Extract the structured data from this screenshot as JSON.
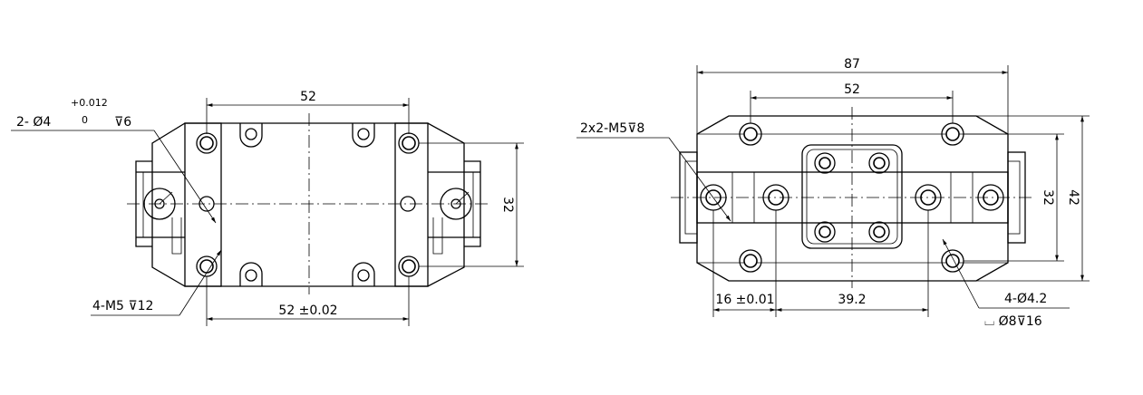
{
  "left_view": {
    "dim_top": "52",
    "dim_bottom": "52 ±0.02",
    "dim_right": "32",
    "callout_pin": "2- Ø4",
    "callout_pin_tol_upper": "+0.012",
    "callout_pin_tol_lower": "0",
    "callout_pin_depth": "⊽6",
    "callout_thread": "4-M5 ⊽12"
  },
  "right_view": {
    "dim_overall": "87",
    "dim_inner": "52",
    "dim_right_inner": "32",
    "dim_right_outer": "42",
    "dim_bottom_left": "16 ±0.01",
    "dim_bottom_mid": "39.2",
    "callout_thread": "2x2-M5⊽8",
    "callout_hole": "4-Ø4.2",
    "callout_cbore": "⌴ Ø8⊽16"
  }
}
